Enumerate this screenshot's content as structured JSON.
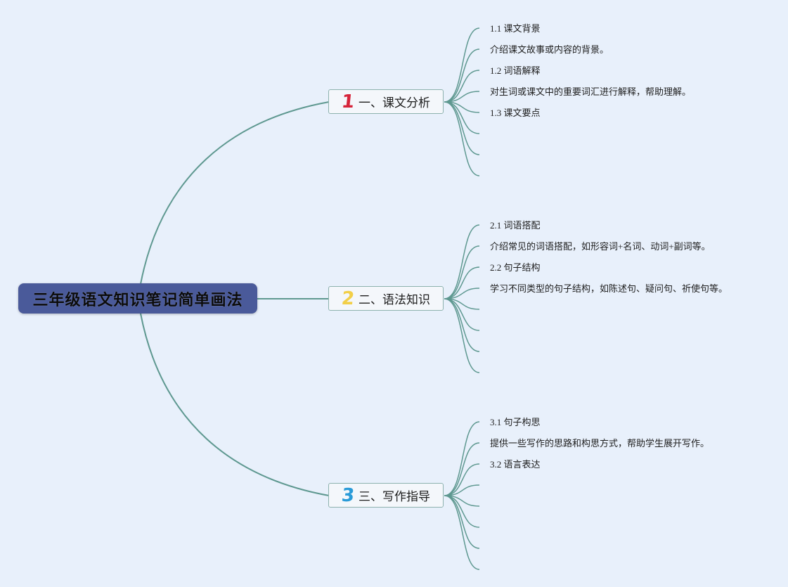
{
  "root": {
    "title": "三年级语文知识笔记简单画法"
  },
  "branches": [
    {
      "number": "1",
      "number_color": "#d6243a",
      "label": "一、课文分析",
      "leaves": [
        "1.1 课文背景",
        "介绍课文故事或内容的背景。",
        "1.2 词语解释",
        "对生词或课文中的重要词汇进行解释，帮助理解。",
        "1.3 课文要点"
      ]
    },
    {
      "number": "2",
      "number_color": "#f2cf48",
      "label": "二、语法知识",
      "leaves": [
        "2.1 词语搭配",
        "介绍常见的词语搭配，如形容词+名词、动词+副词等。",
        "2.2 句子结构",
        "学习不同类型的句子结构，如陈述句、疑问句、祈使句等。"
      ]
    },
    {
      "number": "3",
      "number_color": "#2a9bd8",
      "label": "三、写作指导",
      "leaves": [
        "3.1 句子构思",
        "提供一些写作的思路和构思方式，帮助学生展开写作。",
        "3.2 语言表达"
      ]
    }
  ],
  "colors": {
    "background": "#e8f0fb",
    "root_fill": "#4a5a9a",
    "connector": "#5e9890",
    "branch_border": "#8db2ae"
  }
}
